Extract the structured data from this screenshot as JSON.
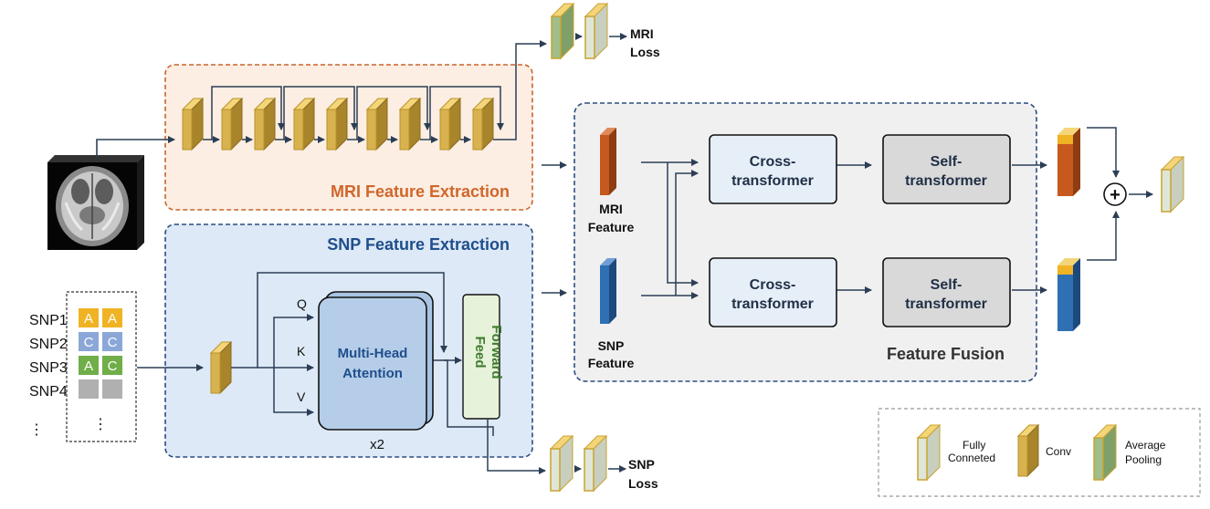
{
  "mri_module": {
    "title": "MRI Feature Extraction"
  },
  "snp_module": {
    "title": "SNP Feature Extraction"
  },
  "fusion_module": {
    "title": "Feature Fusion"
  },
  "mri_loss": {
    "line1": "MRI",
    "line2": "Loss"
  },
  "snp_loss": {
    "line1": "SNP",
    "line2": "Loss"
  },
  "snp_inputs": {
    "labels": [
      "SNP1",
      "SNP2",
      "SNP3",
      "SNP4",
      "⋮"
    ],
    "rows": [
      {
        "a": "A",
        "b": "A"
      },
      {
        "a": "C",
        "b": "C"
      },
      {
        "a": "A",
        "b": "C"
      },
      {
        "a": "",
        "b": ""
      }
    ],
    "more": "⋮"
  },
  "attention": {
    "q": "Q",
    "k": "K",
    "v": "V",
    "line1": "Multi-Head",
    "line2": "Attention",
    "repeat": "x2",
    "ff_line1": "Feed",
    "ff_line2": "Forward"
  },
  "fusion": {
    "mri_feature": {
      "line1": "MRI",
      "line2": "Feature"
    },
    "snp_feature": {
      "line1": "SNP",
      "line2": "Feature"
    },
    "cross_top": {
      "line1": "Cross-",
      "line2": "transformer"
    },
    "self_top": {
      "line1": "Self-",
      "line2": "transformer"
    },
    "cross_bottom": {
      "line1": "Cross-",
      "line2": "transformer"
    },
    "self_bottom": {
      "line1": "Self-",
      "line2": "transformer"
    },
    "add_symbol": "+"
  },
  "legend": {
    "fc": {
      "line1": "Fully",
      "line2": "Conneted"
    },
    "conv": {
      "label": "Conv"
    },
    "pool": {
      "line1": "Average",
      "line2": "Pooling"
    }
  },
  "colors": {
    "conv": "#d8b24e",
    "fc": "#d3dccb",
    "pool": "#8fb07a",
    "mri_feature": "#c65a1e",
    "snp_feature": "#2f6fb3",
    "snp_A": "#f0b323",
    "snp_C": "#8aa7d8",
    "snp_C2": "#6fae49",
    "arrow": "#2c3e55",
    "mri_box": "#fdeee3",
    "snp_box": "#dde9f6",
    "fusion_box": "#f0f0f0"
  }
}
